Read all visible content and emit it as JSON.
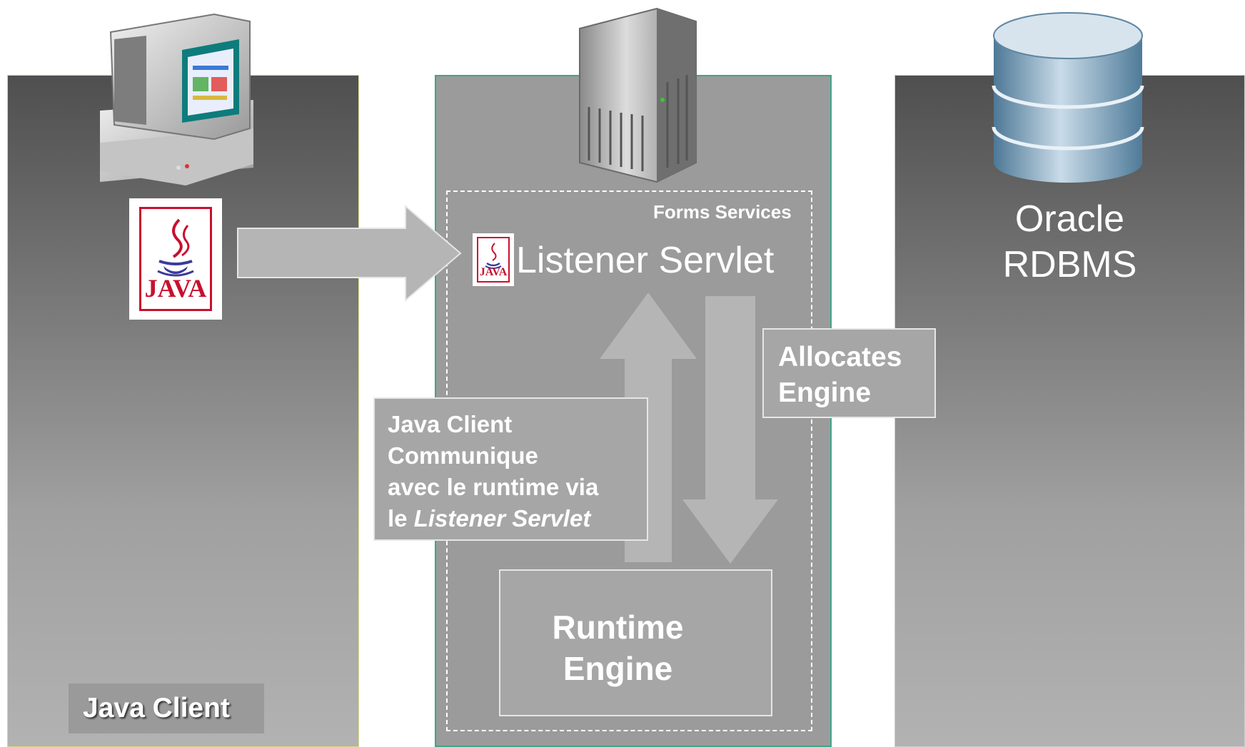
{
  "panels": {
    "client_label": "Java Client",
    "forms_services_label": "Forms Services",
    "listener_servlet_label": "Listener Servlet",
    "oracle_line1": "Oracle",
    "oracle_line2": "RDBMS"
  },
  "callouts": {
    "allocates_line1": "Allocates",
    "allocates_line2": "Engine",
    "comm_line1": "Java Client",
    "comm_line2": "Communique",
    "comm_line3": "avec le runtime via",
    "comm_line4_prefix": "le ",
    "comm_line4_italic": "Listener Servlet",
    "runtime_line1": "Runtime",
    "runtime_line2": "Engine"
  },
  "logos": {
    "java_word": "JAVA"
  },
  "icons": {
    "client": "desktop-computer-icon",
    "server": "tower-server-icon",
    "database": "database-cylinder-icon",
    "gears": "gears-icon"
  },
  "colors": {
    "panel_dark": "#4f4f4f",
    "panel_light": "#b2b2b2",
    "middle_panel": "#9b9b9b",
    "middle_border": "#3aa88a",
    "arrow": "#b5b5b5",
    "java_red": "#c8102e"
  }
}
